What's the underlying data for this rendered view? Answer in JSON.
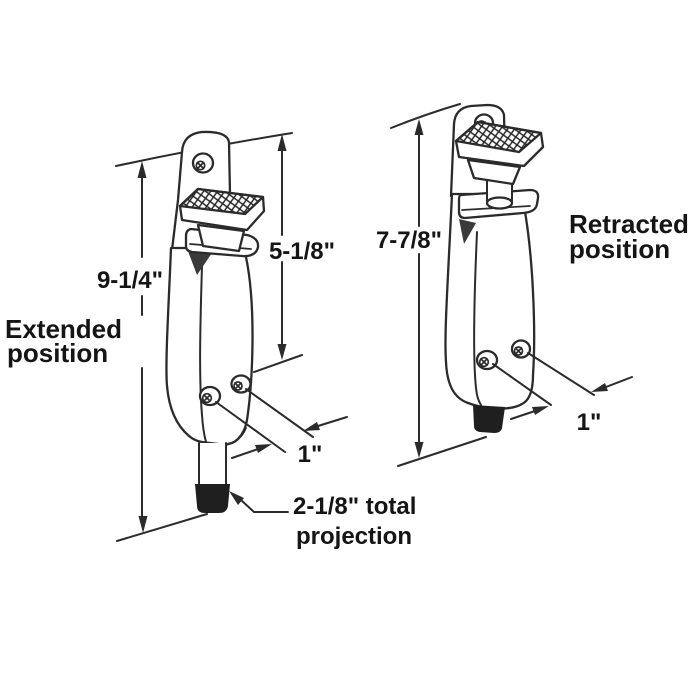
{
  "figures": {
    "extended": {
      "label_line1": "Extended",
      "label_line2": "position",
      "overall_height": "9-1/4\"",
      "bracket_height": "5-1/8\"",
      "hole_spacing": "1\"",
      "projection_note_line1": "2-1/8\" total",
      "projection_note_line2": "projection"
    },
    "retracted": {
      "label_line1": "Retracted",
      "label_line2": "position",
      "overall_height": "7-7/8\"",
      "hole_spacing": "1\""
    }
  },
  "style": {
    "background": "#ffffff",
    "line_color": "#2b2b2b",
    "text_color": "#151515",
    "tip_color": "#1f1f1f",
    "shade_color": "#3a3a3a"
  }
}
